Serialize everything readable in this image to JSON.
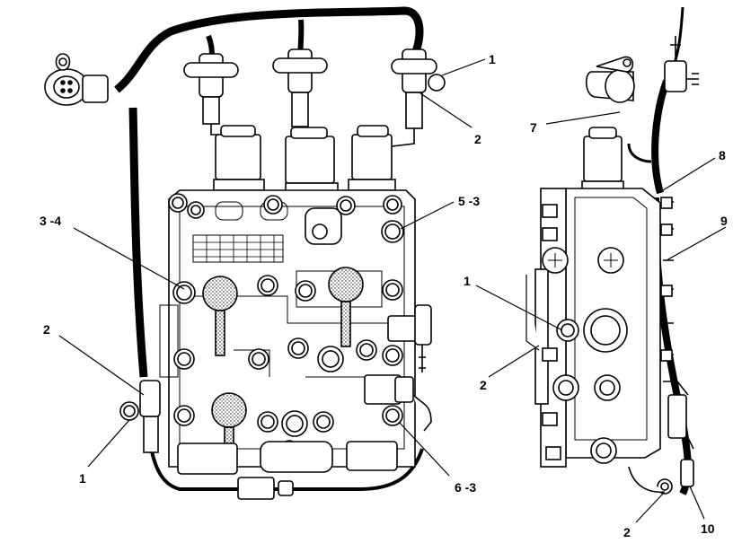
{
  "diagram": {
    "callouts": {
      "front_top_right_1": "1",
      "front_top_right_2": "2",
      "front_right_5_3": "5 -3",
      "front_left_3_4": "3 -4",
      "front_left_2": "2",
      "front_bottom_left_1": "1",
      "front_bottom_right_6_3": "6 -3",
      "side_7": "7",
      "side_8": "8",
      "side_9": "9",
      "side_1": "1",
      "side_2": "2",
      "side_bottom_2": "2",
      "side_bottom_10": "10"
    }
  }
}
